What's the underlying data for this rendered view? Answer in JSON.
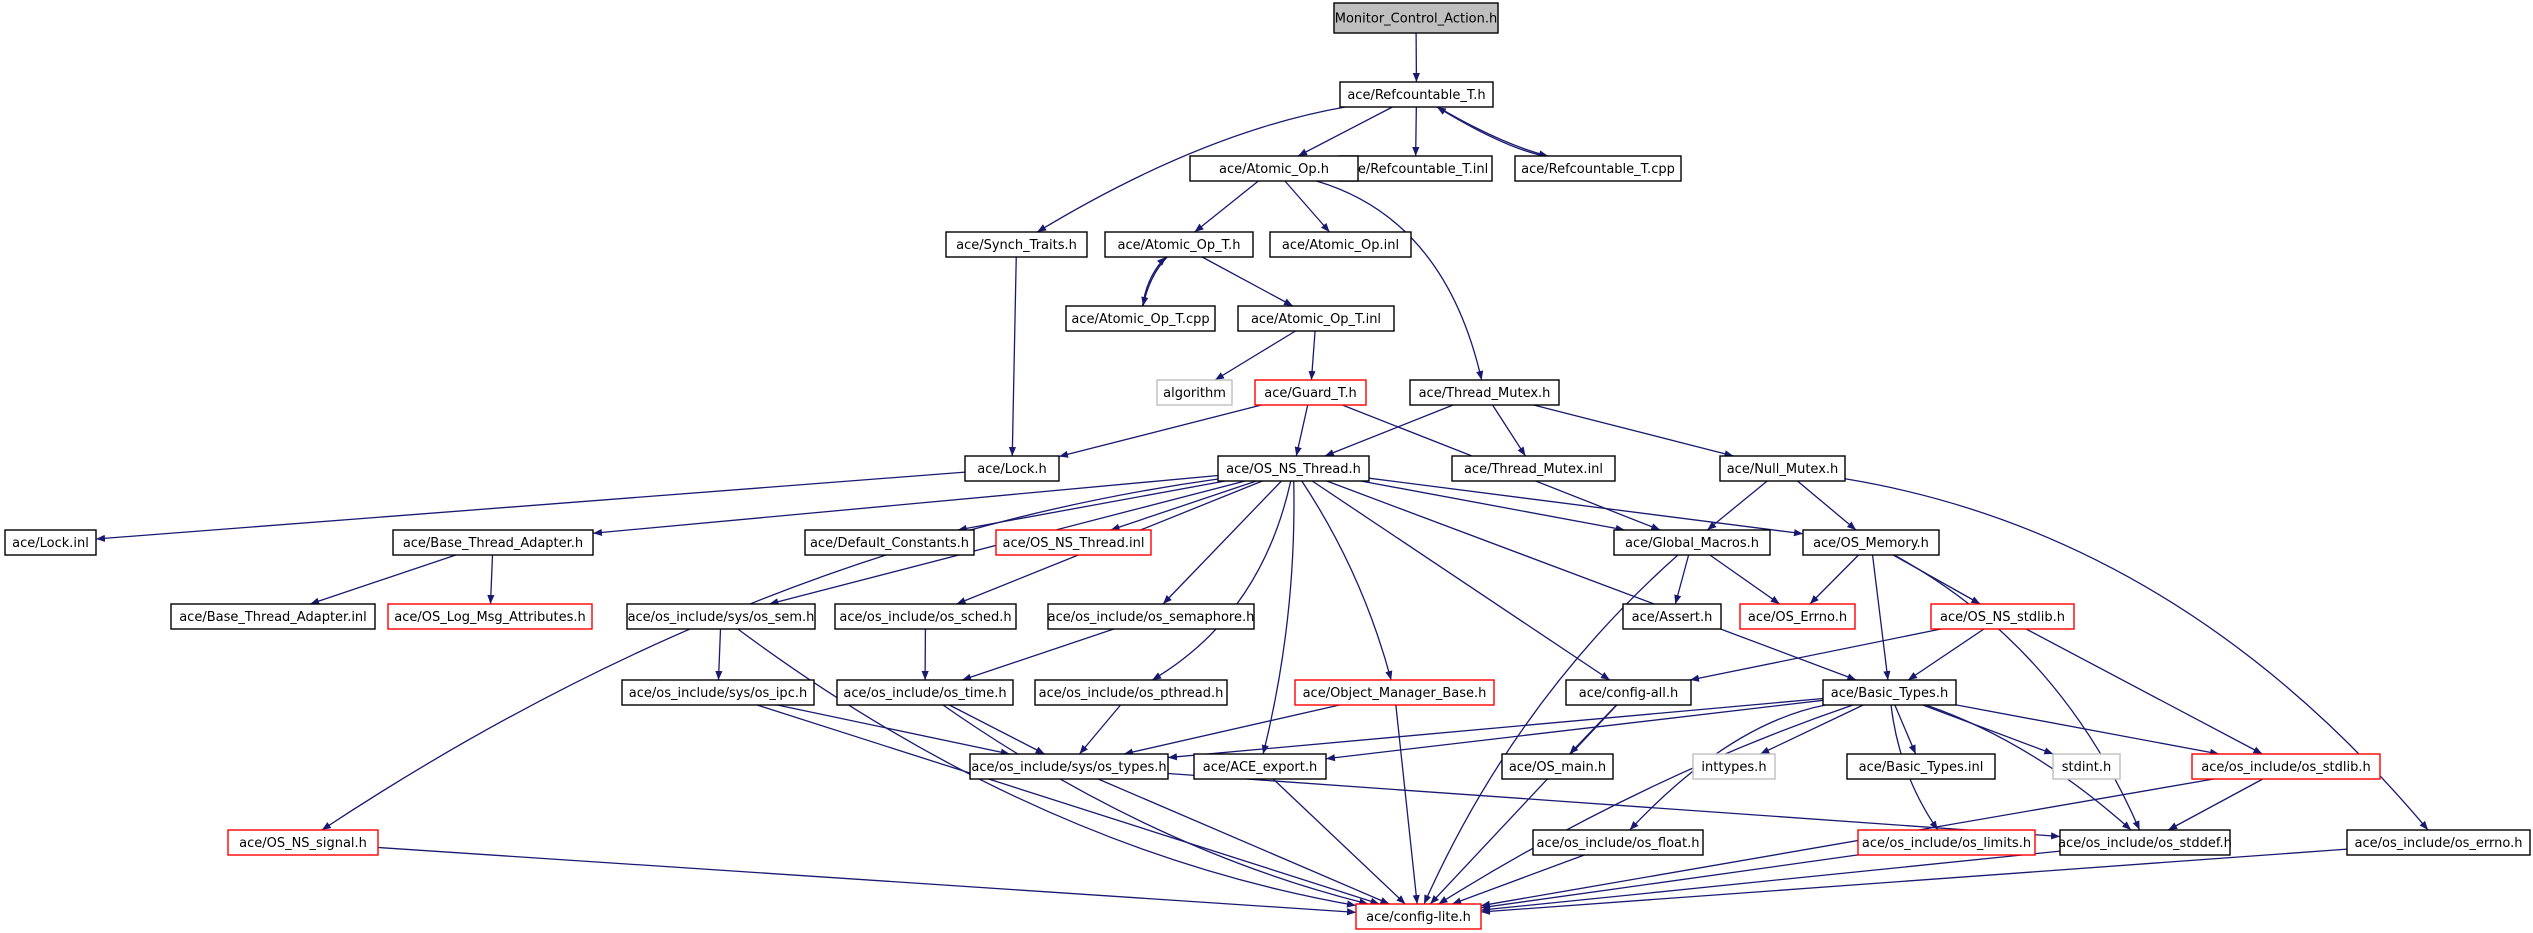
{
  "colors": {
    "edge": "#191970",
    "border_normal": "#000000",
    "border_truncated": "#ff0000",
    "border_system": "#bfbfbf",
    "fill_root": "#bfbfbf",
    "fill": "#ffffff"
  },
  "nodes": [
    {
      "id": "n_root",
      "label": "Monitor_Control_Action.h",
      "style": "root"
    },
    {
      "id": "n_refT",
      "label": "ace/Refcountable_T.h",
      "style": "normal"
    },
    {
      "id": "n_refTinl",
      "label": "ace/Refcountable_T.inl",
      "style": "normal"
    },
    {
      "id": "n_refTcpp",
      "label": "ace/Refcountable_T.cpp",
      "style": "normal"
    },
    {
      "id": "n_atomic",
      "label": "ace/Atomic_Op.h",
      "style": "normal"
    },
    {
      "id": "n_synch",
      "label": "ace/Synch_Traits.h",
      "style": "normal"
    },
    {
      "id": "n_atomT",
      "label": "ace/Atomic_Op_T.h",
      "style": "normal"
    },
    {
      "id": "n_atominl",
      "label": "ace/Atomic_Op.inl",
      "style": "normal"
    },
    {
      "id": "n_atomTcpp",
      "label": "ace/Atomic_Op_T.cpp",
      "style": "normal"
    },
    {
      "id": "n_atomTinl",
      "label": "ace/Atomic_Op_T.inl",
      "style": "normal"
    },
    {
      "id": "n_algo",
      "label": "algorithm",
      "style": "system"
    },
    {
      "id": "n_guard",
      "label": "ace/Guard_T.h",
      "style": "truncated"
    },
    {
      "id": "n_tmutex",
      "label": "ace/Thread_Mutex.h",
      "style": "normal"
    },
    {
      "id": "n_lock",
      "label": "ace/Lock.h",
      "style": "normal"
    },
    {
      "id": "n_osns",
      "label": "ace/OS_NS_Thread.h",
      "style": "normal"
    },
    {
      "id": "n_tmutexinl",
      "label": "ace/Thread_Mutex.inl",
      "style": "normal"
    },
    {
      "id": "n_nmutex",
      "label": "ace/Null_Mutex.h",
      "style": "normal"
    },
    {
      "id": "n_lockinl",
      "label": "ace/Lock.inl",
      "style": "normal"
    },
    {
      "id": "n_bta",
      "label": "ace/Base_Thread_Adapter.h",
      "style": "normal"
    },
    {
      "id": "n_defc",
      "label": "ace/Default_Constants.h",
      "style": "normal"
    },
    {
      "id": "n_osnsinl",
      "label": "ace/OS_NS_Thread.inl",
      "style": "truncated"
    },
    {
      "id": "n_gmac",
      "label": "ace/Global_Macros.h",
      "style": "normal"
    },
    {
      "id": "n_osmem",
      "label": "ace/OS_Memory.h",
      "style": "normal"
    },
    {
      "id": "n_btainl",
      "label": "ace/Base_Thread_Adapter.inl",
      "style": "normal"
    },
    {
      "id": "n_oslog",
      "label": "ace/OS_Log_Msg_Attributes.h",
      "style": "truncated"
    },
    {
      "id": "n_ossem",
      "label": "ace/os_include/sys/os_sem.h",
      "style": "normal"
    },
    {
      "id": "n_ossched",
      "label": "ace/os_include/os_sched.h",
      "style": "normal"
    },
    {
      "id": "n_ossema",
      "label": "ace/os_include/os_semaphore.h",
      "style": "normal"
    },
    {
      "id": "n_assert",
      "label": "ace/Assert.h",
      "style": "normal"
    },
    {
      "id": "n_oserrno",
      "label": "ace/OS_Errno.h",
      "style": "truncated"
    },
    {
      "id": "n_osnsstd",
      "label": "ace/OS_NS_stdlib.h",
      "style": "truncated"
    },
    {
      "id": "n_osipc",
      "label": "ace/os_include/sys/os_ipc.h",
      "style": "normal"
    },
    {
      "id": "n_ostime",
      "label": "ace/os_include/os_time.h",
      "style": "normal"
    },
    {
      "id": "n_ospth",
      "label": "ace/os_include/os_pthread.h",
      "style": "normal"
    },
    {
      "id": "n_omb",
      "label": "ace/Object_Manager_Base.h",
      "style": "truncated"
    },
    {
      "id": "n_cfgall",
      "label": "ace/config-all.h",
      "style": "normal"
    },
    {
      "id": "n_btypes",
      "label": "ace/Basic_Types.h",
      "style": "normal"
    },
    {
      "id": "n_ostypes",
      "label": "ace/os_include/sys/os_types.h",
      "style": "normal"
    },
    {
      "id": "n_aceexp",
      "label": "ace/ACE_export.h",
      "style": "normal"
    },
    {
      "id": "n_osmain",
      "label": "ace/OS_main.h",
      "style": "normal"
    },
    {
      "id": "n_inttypes",
      "label": "inttypes.h",
      "style": "system"
    },
    {
      "id": "n_btinl",
      "label": "ace/Basic_Types.inl",
      "style": "normal"
    },
    {
      "id": "n_stdint",
      "label": "stdint.h",
      "style": "system"
    },
    {
      "id": "n_osstdlib",
      "label": "ace/os_include/os_stdlib.h",
      "style": "truncated"
    },
    {
      "id": "n_nssig",
      "label": "ace/OS_NS_signal.h",
      "style": "truncated"
    },
    {
      "id": "n_osfloat",
      "label": "ace/os_include/os_float.h",
      "style": "normal"
    },
    {
      "id": "n_oslimits",
      "label": "ace/os_include/os_limits.h",
      "style": "truncated"
    },
    {
      "id": "n_osstddef",
      "label": "ace/os_include/os_stddef.h",
      "style": "normal"
    },
    {
      "id": "n_oserrnoh",
      "label": "ace/os_include/os_errno.h",
      "style": "normal"
    },
    {
      "id": "n_cfglite",
      "label": "ace/config-lite.h",
      "style": "truncated"
    }
  ],
  "edges": [
    [
      "n_root",
      "n_refT"
    ],
    [
      "n_refT",
      "n_atomic"
    ],
    [
      "n_refT",
      "n_synch"
    ],
    [
      "n_refT",
      "n_refTinl"
    ],
    [
      "n_refT",
      "n_refTcpp"
    ],
    [
      "n_refTcpp",
      "n_refT"
    ],
    [
      "n_atomic",
      "n_atomT"
    ],
    [
      "n_atomic",
      "n_atominl"
    ],
    [
      "n_atomic",
      "n_tmutex"
    ],
    [
      "n_atomT",
      "n_atomTcpp"
    ],
    [
      "n_atomTcpp",
      "n_atomT"
    ],
    [
      "n_atomT",
      "n_atomTinl"
    ],
    [
      "n_atomTinl",
      "n_algo"
    ],
    [
      "n_atomTinl",
      "n_guard"
    ],
    [
      "n_synch",
      "n_lock"
    ],
    [
      "n_guard",
      "n_lock"
    ],
    [
      "n_guard",
      "n_osns"
    ],
    [
      "n_guard",
      "n_gmac"
    ],
    [
      "n_tmutex",
      "n_osns"
    ],
    [
      "n_tmutex",
      "n_tmutexinl"
    ],
    [
      "n_tmutex",
      "n_nmutex"
    ],
    [
      "n_lock",
      "n_lockinl"
    ],
    [
      "n_nmutex",
      "n_gmac"
    ],
    [
      "n_nmutex",
      "n_osmem"
    ],
    [
      "n_nmutex",
      "n_oserrnoh"
    ],
    [
      "n_osns",
      "n_bta"
    ],
    [
      "n_osns",
      "n_defc"
    ],
    [
      "n_osns",
      "n_osnsinl"
    ],
    [
      "n_osns",
      "n_gmac"
    ],
    [
      "n_osns",
      "n_osmem"
    ],
    [
      "n_osns",
      "n_ossem"
    ],
    [
      "n_osns",
      "n_ossched"
    ],
    [
      "n_osns",
      "n_ossema"
    ],
    [
      "n_osns",
      "n_ospth"
    ],
    [
      "n_osns",
      "n_aceexp"
    ],
    [
      "n_osns",
      "n_omb"
    ],
    [
      "n_osns",
      "n_cfgall"
    ],
    [
      "n_osns",
      "n_btypes"
    ],
    [
      "n_osns",
      "n_nssig"
    ],
    [
      "n_bta",
      "n_btainl"
    ],
    [
      "n_bta",
      "n_oslog"
    ],
    [
      "n_gmac",
      "n_assert"
    ],
    [
      "n_gmac",
      "n_oserrno"
    ],
    [
      "n_gmac",
      "n_cfglite"
    ],
    [
      "n_osmem",
      "n_oserrno"
    ],
    [
      "n_osmem",
      "n_osnsstd"
    ],
    [
      "n_osmem",
      "n_btypes"
    ],
    [
      "n_osmem",
      "n_osstddef"
    ],
    [
      "n_osnsstd",
      "n_cfgall"
    ],
    [
      "n_osnsstd",
      "n_btypes"
    ],
    [
      "n_osnsstd",
      "n_osstdlib"
    ],
    [
      "n_ossem",
      "n_osipc"
    ],
    [
      "n_ossem",
      "n_cfglite"
    ],
    [
      "n_ossched",
      "n_ostime"
    ],
    [
      "n_ossema",
      "n_ostime"
    ],
    [
      "n_osipc",
      "n_ostypes"
    ],
    [
      "n_osipc",
      "n_cfglite"
    ],
    [
      "n_ostime",
      "n_ostypes"
    ],
    [
      "n_ostime",
      "n_cfglite"
    ],
    [
      "n_ospth",
      "n_ostypes"
    ],
    [
      "n_omb",
      "n_ostypes"
    ],
    [
      "n_omb",
      "n_cfglite"
    ],
    [
      "n_cfgall",
      "n_osmain"
    ],
    [
      "n_cfgall",
      "n_cfglite"
    ],
    [
      "n_btypes",
      "n_ostypes"
    ],
    [
      "n_btypes",
      "n_aceexp"
    ],
    [
      "n_btypes",
      "n_inttypes"
    ],
    [
      "n_btypes",
      "n_btinl"
    ],
    [
      "n_btypes",
      "n_stdint"
    ],
    [
      "n_btypes",
      "n_osstdlib"
    ],
    [
      "n_btypes",
      "n_osfloat"
    ],
    [
      "n_btypes",
      "n_oslimits"
    ],
    [
      "n_btypes",
      "n_osstddef"
    ],
    [
      "n_btypes",
      "n_cfglite"
    ],
    [
      "n_ostypes",
      "n_osstddef"
    ],
    [
      "n_ostypes",
      "n_cfglite"
    ],
    [
      "n_aceexp",
      "n_cfglite"
    ],
    [
      "n_osstdlib",
      "n_osstddef"
    ],
    [
      "n_osstdlib",
      "n_cfglite"
    ],
    [
      "n_osfloat",
      "n_cfglite"
    ],
    [
      "n_oslimits",
      "n_cfglite"
    ],
    [
      "n_osstddef",
      "n_cfglite"
    ],
    [
      "n_oserrnoh",
      "n_cfglite"
    ],
    [
      "n_nssig",
      "n_cfglite"
    ]
  ]
}
